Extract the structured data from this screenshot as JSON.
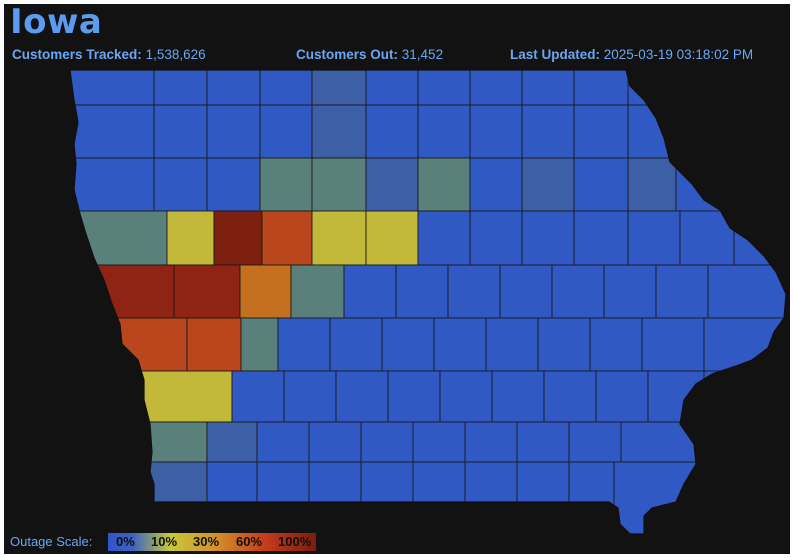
{
  "header": {
    "state": "Iowa",
    "customers_tracked_label": "Customers Tracked:",
    "customers_tracked_value": "1,538,626",
    "customers_out_label": "Customers Out:",
    "customers_out_value": "31,452",
    "last_updated_label": "Last Updated:",
    "last_updated_value": "2025-03-19 03:18:02 PM"
  },
  "legend": {
    "label": "Outage Scale:",
    "ticks": [
      "0%",
      "10%",
      "30%",
      "60%",
      "100%"
    ],
    "gradient_colors": [
      "#2e54c8",
      "#3f64c0",
      "#c8c83a",
      "#d4902a",
      "#c6401c",
      "#7a1c10"
    ]
  },
  "colors": {
    "background": "#121212",
    "accent_text": "#5b9cf0",
    "county_border": "#1a1a1a",
    "scale_0": "#3159c4",
    "scale_low": "#3c5fa6",
    "scale_teal": "#59807a",
    "scale_yellow": "#c2b93a",
    "scale_orange": "#c4701e",
    "scale_red_orange": "#b9461c",
    "scale_red": "#8f2414",
    "scale_dark_red": "#7d2010"
  }
}
